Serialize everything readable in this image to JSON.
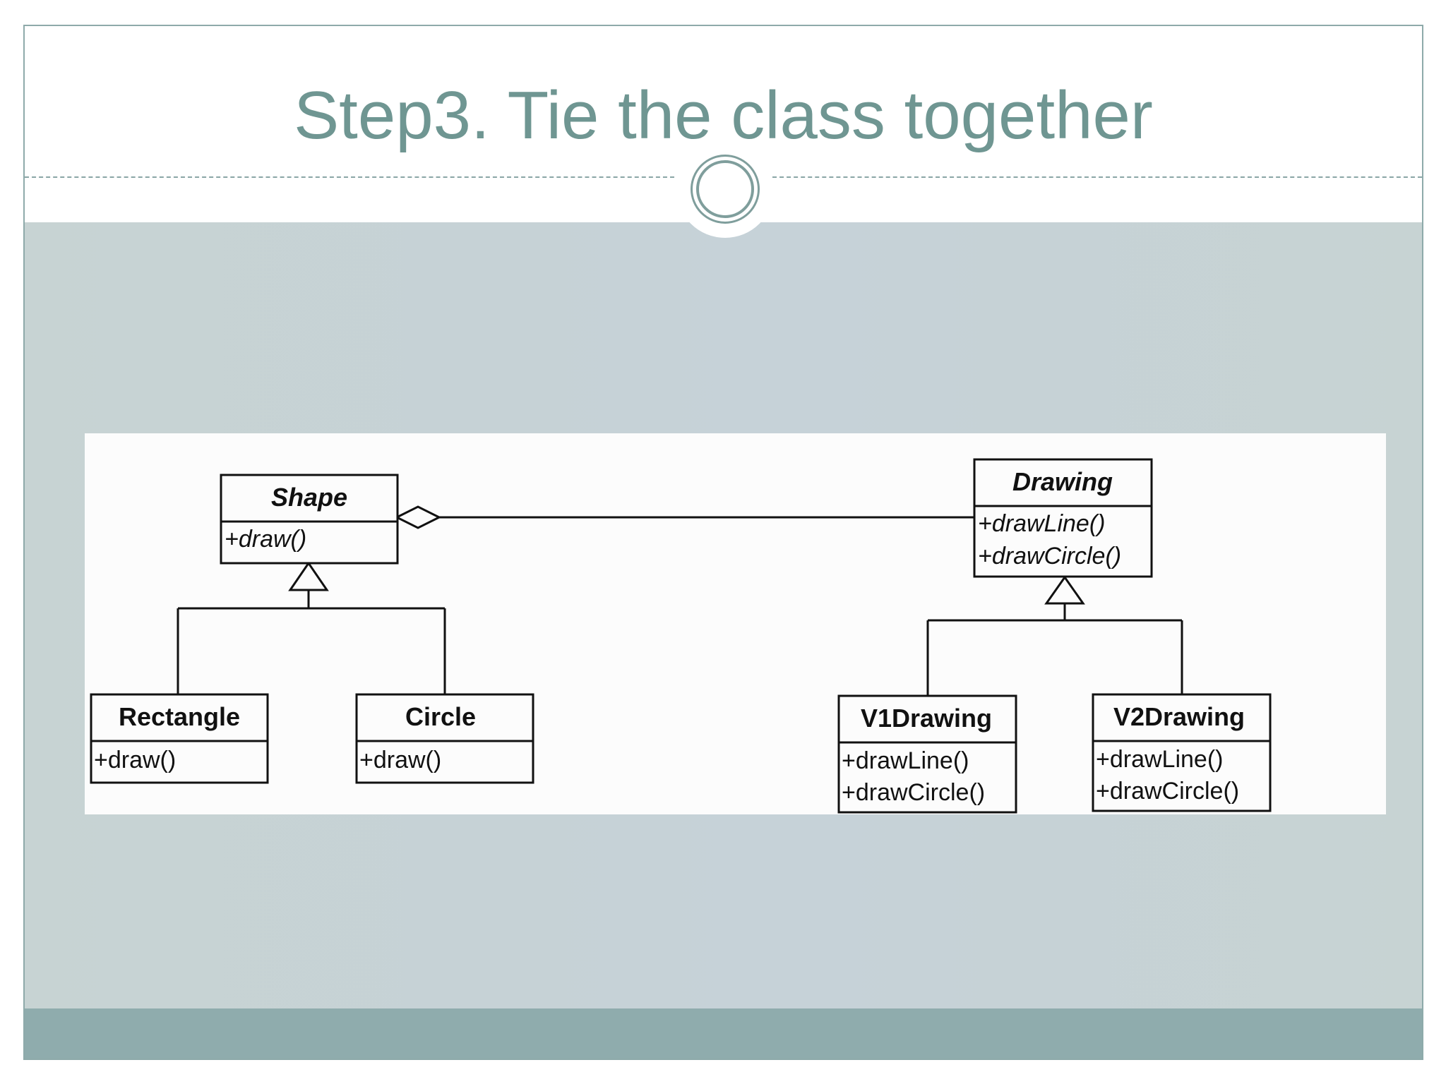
{
  "slide": {
    "title": "Step3. Tie the class together"
  },
  "colors": {
    "title": "#6f9692",
    "content_background": "#c7d3d3",
    "footer": "#8facad",
    "ornament": "#7f9e9c",
    "diagram_background": "#fcfcfc"
  },
  "diagram": {
    "classes": {
      "shape": {
        "name": "Shape",
        "methods": [
          "+draw()"
        ]
      },
      "drawing": {
        "name": "Drawing",
        "methods": [
          "+drawLine()",
          "+drawCircle()"
        ]
      },
      "rectangle": {
        "name": "Rectangle",
        "methods": [
          "+draw()"
        ]
      },
      "circle": {
        "name": "Circle",
        "methods": [
          "+draw()"
        ]
      },
      "v1drawing": {
        "name": "V1Drawing",
        "methods": [
          "+drawLine()",
          "+drawCircle()"
        ]
      },
      "v2drawing": {
        "name": "V2Drawing",
        "methods": [
          "+drawLine()",
          "+drawCircle()"
        ]
      }
    },
    "relations": [
      {
        "type": "aggregation",
        "from": "shape",
        "to": "drawing"
      },
      {
        "type": "generalization",
        "from": "rectangle",
        "to": "shape"
      },
      {
        "type": "generalization",
        "from": "circle",
        "to": "shape"
      },
      {
        "type": "generalization",
        "from": "v1drawing",
        "to": "drawing"
      },
      {
        "type": "generalization",
        "from": "v2drawing",
        "to": "drawing"
      }
    ]
  }
}
